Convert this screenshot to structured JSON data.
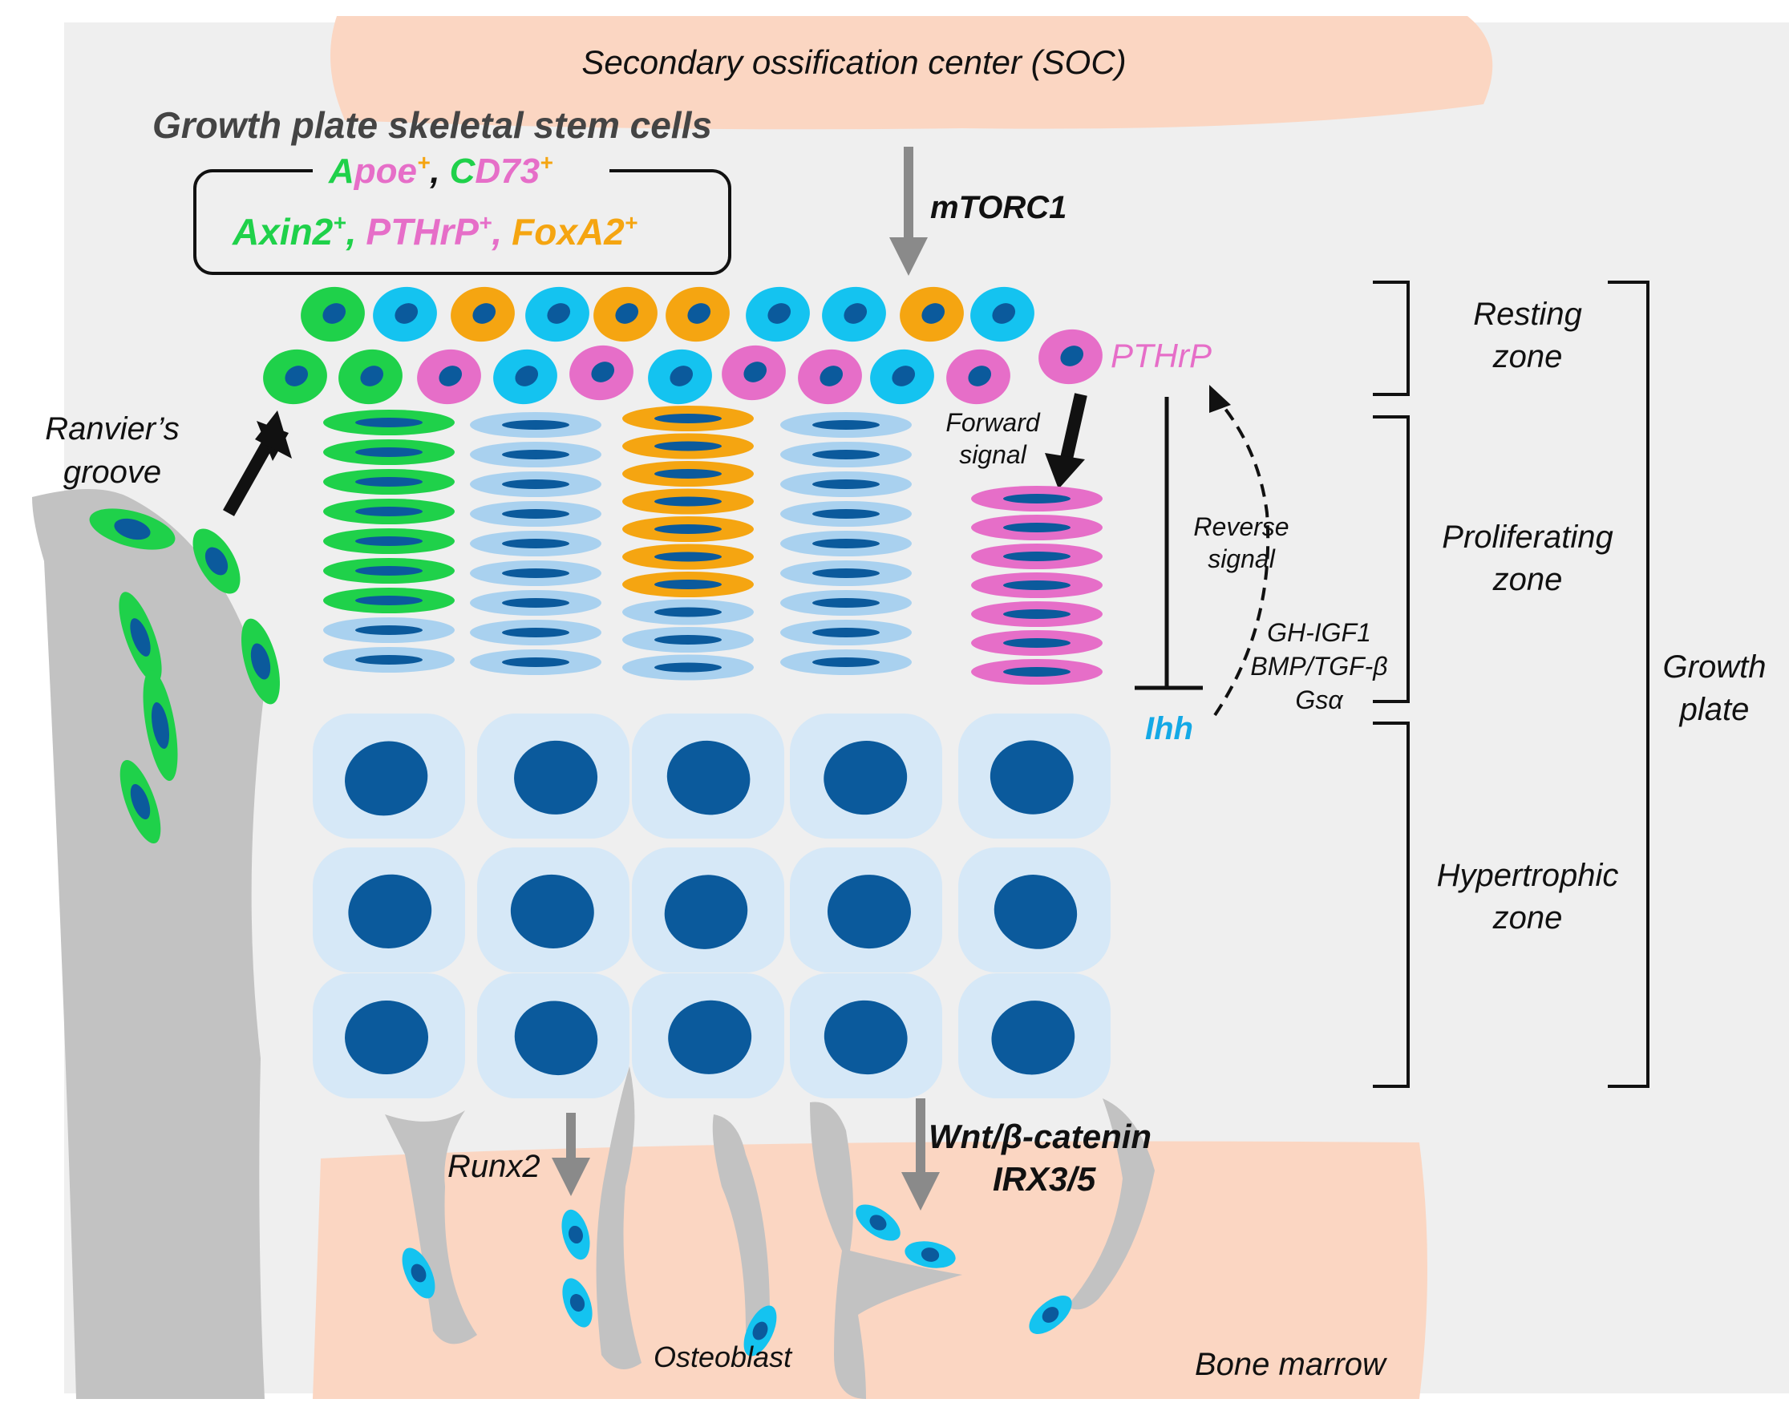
{
  "soc_label": "Secondary ossification center (SOC)",
  "stem_cells_title": "Growth plate skeletal stem cells",
  "markers": {
    "apoe": {
      "a": "A",
      "rest": "poe",
      "sup": "+"
    },
    "cd73": {
      "c": "C",
      "rest": "D73",
      "sup": "+"
    },
    "comma": ",",
    "axin2": {
      "text": "Axin2",
      "sup": "+"
    },
    "pthrp": {
      "text": "PTHrP",
      "sup": "+"
    },
    "foxa2": {
      "text": "FoxA2",
      "sup": "+"
    }
  },
  "mtorc1": "mTORC1",
  "pthrp_label": "PTHrP",
  "forward_signal": [
    "Forward",
    "signal"
  ],
  "reverse_signal": [
    "Reverse",
    "signal"
  ],
  "ranvier": [
    "Ranvier’s",
    "groove"
  ],
  "regulators": [
    "GH-IGF1",
    "BMP/TGF-β",
    "Gsα"
  ],
  "ihh": "Ihh",
  "zones": {
    "resting": [
      "Resting",
      "zone"
    ],
    "proliferating": [
      "Proliferating",
      "zone"
    ],
    "hypertrophic": [
      "Hypertrophic",
      "zone"
    ],
    "growth_plate": [
      "Growth",
      "plate"
    ]
  },
  "runx2": "Runx2",
  "wnt": [
    "Wnt/β-catenin",
    "IRX3/5"
  ],
  "osteoblast": "Osteoblast",
  "bone_marrow": "Bone marrow",
  "colors": {
    "green": "#1fd14a",
    "pink": "#e66ec8",
    "orange": "#f5a511",
    "cyan": "#14c3f0",
    "nucleus": "#0b5a9c",
    "light_blue": "#a9d1ef",
    "hypertrophic_cell": "#d6e8f7",
    "peach": "#fbd6c2",
    "bone_gray": "#c2c2c2",
    "gray_bg": "#efefef",
    "title_gray": "#444444"
  }
}
